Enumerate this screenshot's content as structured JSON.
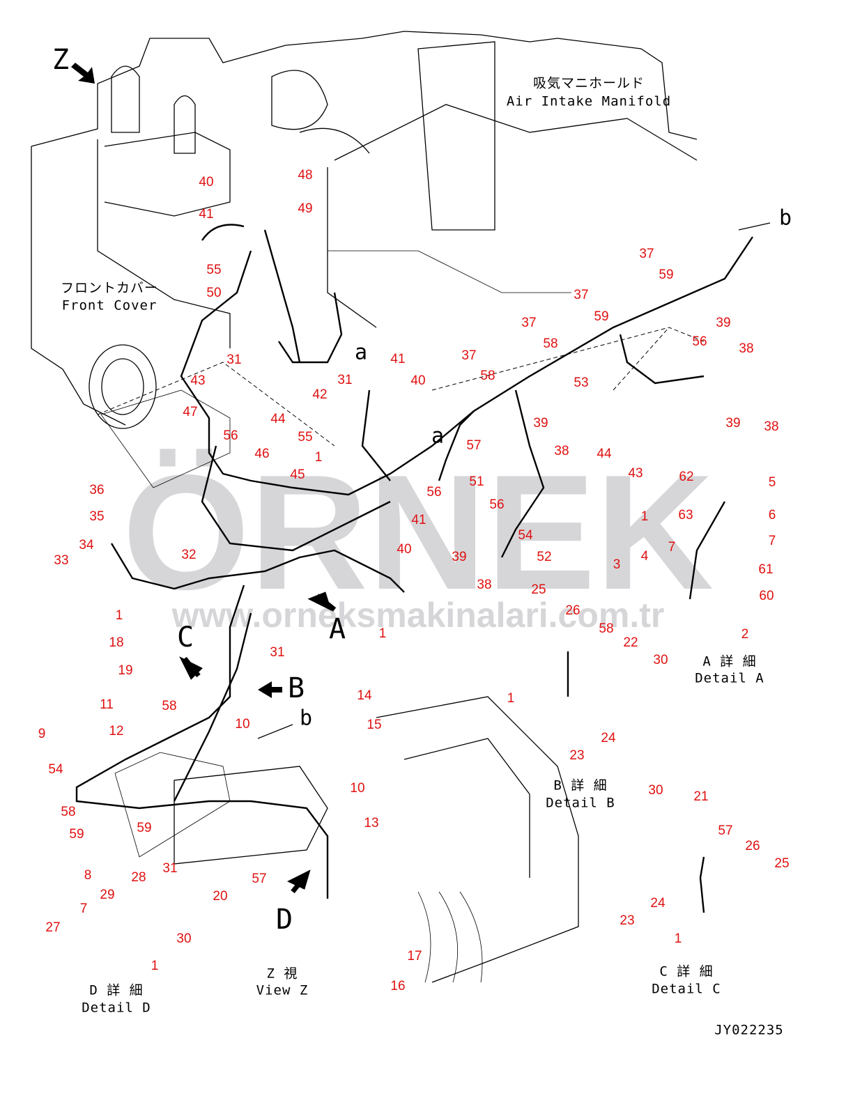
{
  "watermark": {
    "brand": "ÖRNEK",
    "url": "www.orneksmakinalari.com.tr"
  },
  "labels": {
    "air_intake_jp": "吸気マニホールド",
    "air_intake_en": "Air Intake Manifold",
    "front_cover_jp": "フロントカバー",
    "front_cover_en": "Front Cover",
    "detail_a_jp": "A 詳 細",
    "detail_a_en": "Detail A",
    "detail_b_jp": "B 詳 細",
    "detail_b_en": "Detail B",
    "detail_c_jp": "C 詳 細",
    "detail_c_en": "Detail C",
    "detail_d_jp": "D 詳 細",
    "detail_d_en": "Detail D",
    "view_z_jp": "Z  視",
    "view_z_en": "View Z",
    "drawing_code": "JY022235"
  },
  "view_letters": [
    "Z",
    "A",
    "B",
    "C",
    "D",
    "a",
    "a",
    "b",
    "b"
  ],
  "callouts": [
    "40",
    "48",
    "41",
    "49",
    "55",
    "50",
    "31",
    "31",
    "42",
    "43",
    "44",
    "55",
    "41",
    "40",
    "1",
    "47",
    "56",
    "46",
    "45",
    "36",
    "35",
    "34",
    "33",
    "32",
    "1",
    "18",
    "19",
    "31",
    "1",
    "56",
    "41",
    "40",
    "57",
    "51",
    "56",
    "54",
    "52",
    "39",
    "38",
    "39",
    "38",
    "37",
    "58",
    "37",
    "58",
    "37",
    "59",
    "53",
    "37",
    "59",
    "39",
    "38",
    "56",
    "39",
    "38",
    "44",
    "43",
    "62",
    "5",
    "63",
    "6",
    "1",
    "7",
    "7",
    "4",
    "3",
    "61",
    "60",
    "2",
    "25",
    "26",
    "58",
    "22",
    "30",
    "1",
    "23",
    "24",
    "11",
    "58",
    "12",
    "10",
    "14",
    "15",
    "9",
    "54",
    "58",
    "59",
    "59",
    "31",
    "8",
    "20",
    "57",
    "10",
    "13",
    "28",
    "29",
    "7",
    "27",
    "1",
    "30",
    "17",
    "16",
    "30",
    "21",
    "57",
    "26",
    "25",
    "23",
    "24",
    "1"
  ]
}
